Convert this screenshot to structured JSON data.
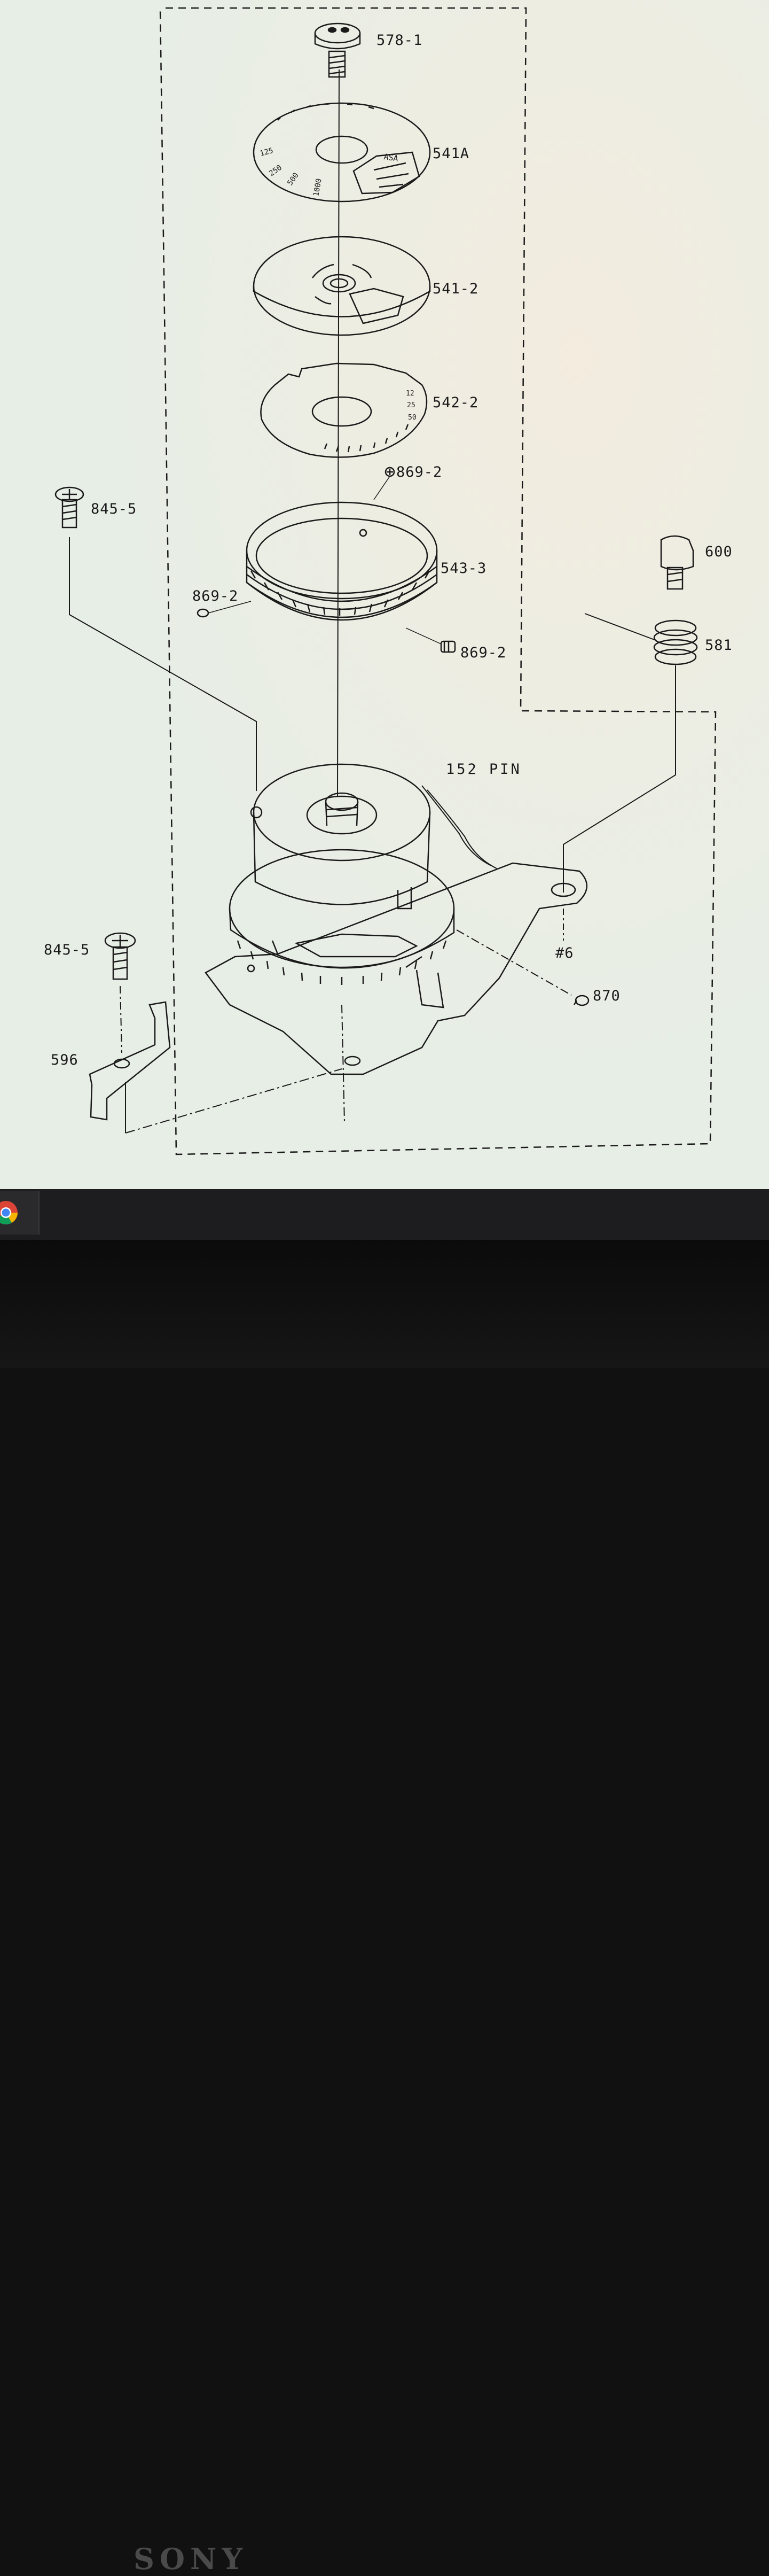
{
  "labels": {
    "p578_1": "578-1",
    "p541A": "541A",
    "p541_2": "541-2",
    "p542_2": "542-2",
    "p869_2_top": "869-2",
    "p845_5_top": "845-5",
    "p543_3": "543-3",
    "p600": "600",
    "p869_2_left": "869-2",
    "p869_2_right": "869-2",
    "p581": "581",
    "pin152": "152 PIN",
    "p6": "#6",
    "p845_5_bottom": "845-5",
    "p870": "870",
    "p596": "596"
  },
  "dial_541A": {
    "asa": "ASA",
    "scale": [
      "125",
      "250",
      "500",
      "1000"
    ]
  },
  "dial_542_2": {
    "scale": [
      "12",
      "25",
      "50"
    ]
  },
  "taskbar": {
    "chrome_icon": "chrome-icon"
  },
  "brand": "SONY"
}
